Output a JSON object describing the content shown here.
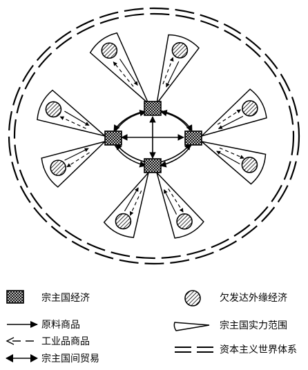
{
  "diagram": {
    "elements": {
      "metropole_economy": "宗主国经济",
      "periphery_economy": "欠发达外缘经济",
      "primary_goods_flow": "原料商品",
      "industrial_goods_flow": "工业品商品",
      "intra_metropole_trade": "宗主国间贸易",
      "metropole_sphere": "宗主国实力范围",
      "capitalist_world_system": "资本主义世界体系"
    },
    "structure": {
      "metropole_count": 4,
      "spheres_per_metropole": 2,
      "periphery_per_sphere": 1
    }
  },
  "legend": {
    "metropole": "宗主国经济",
    "periphery": "欠发达外缘经济",
    "raw": "原料商品",
    "industrial": "工业品商品",
    "sphere": "宗主国实力范围",
    "trade": "宗主国间贸易",
    "system": "资本主义世界体系"
  },
  "colors": {
    "ink": "#000000",
    "background": "#ffffff"
  }
}
